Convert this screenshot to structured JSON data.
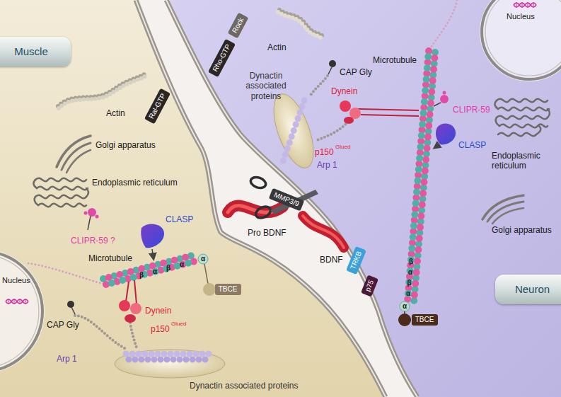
{
  "diagram": {
    "nodes": [
      {
        "text": [
          "Rock"
        ]
      },
      {
        "text": [
          "Nucleus"
        ]
      },
      {
        "text": [
          "Rho-GTP"
        ]
      },
      {
        "text": [
          "Muscle"
        ]
      },
      {
        "text": [
          "Ral-GTP"
        ]
      },
      {
        "text": [
          "MMP3/9"
        ]
      },
      {
        "text": [
          "TRKB"
        ]
      },
      {
        "text": [
          "p75"
        ]
      },
      {
        "text": [
          "Nucleus"
        ]
      },
      {
        "text": [
          "Neuron"
        ]
      },
      {
        "text": [
          "TBCE"
        ]
      },
      {
        "text": [
          "TBCE"
        ]
      }
    ],
    "labels": [
      "Actin",
      "Golgi apparatus",
      "Endoplasmic reticulum",
      "CLIPR-59 ?",
      "CLASP",
      "Microtubule",
      "β",
      "α",
      "β",
      "α",
      "α",
      "CAP Gly",
      "Dynein",
      "p150",
      "Glued",
      "Arp 1",
      "Dynactin associated proteins",
      "Actin",
      "Microtubule",
      "CAP Gly",
      "Dynactin associated proteins",
      "Dynein",
      "CLIPR-59",
      "CLASP",
      "Endoplasmic reticulum",
      "p150",
      "Glued",
      "Arp 1",
      "Golgi apparatus",
      "β",
      "α",
      "β",
      "α",
      "α",
      "Pro BDNF",
      "BDNF"
    ]
  }
}
